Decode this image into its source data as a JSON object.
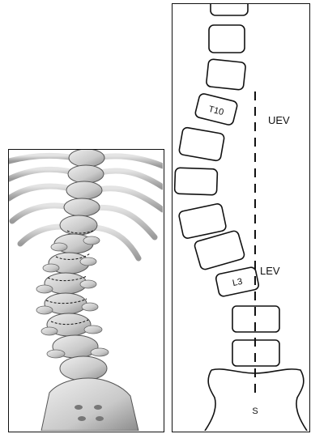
{
  "left_panel": {
    "illustration": "scoliotic-spine-3d-illustration"
  },
  "right_panel": {
    "labels": {
      "upper_end_vertebra": "UEV",
      "lower_end_vertebra": "LEV",
      "sacrum": "S",
      "upper_vertebra": "T10",
      "lower_vertebra": "L3"
    }
  }
}
